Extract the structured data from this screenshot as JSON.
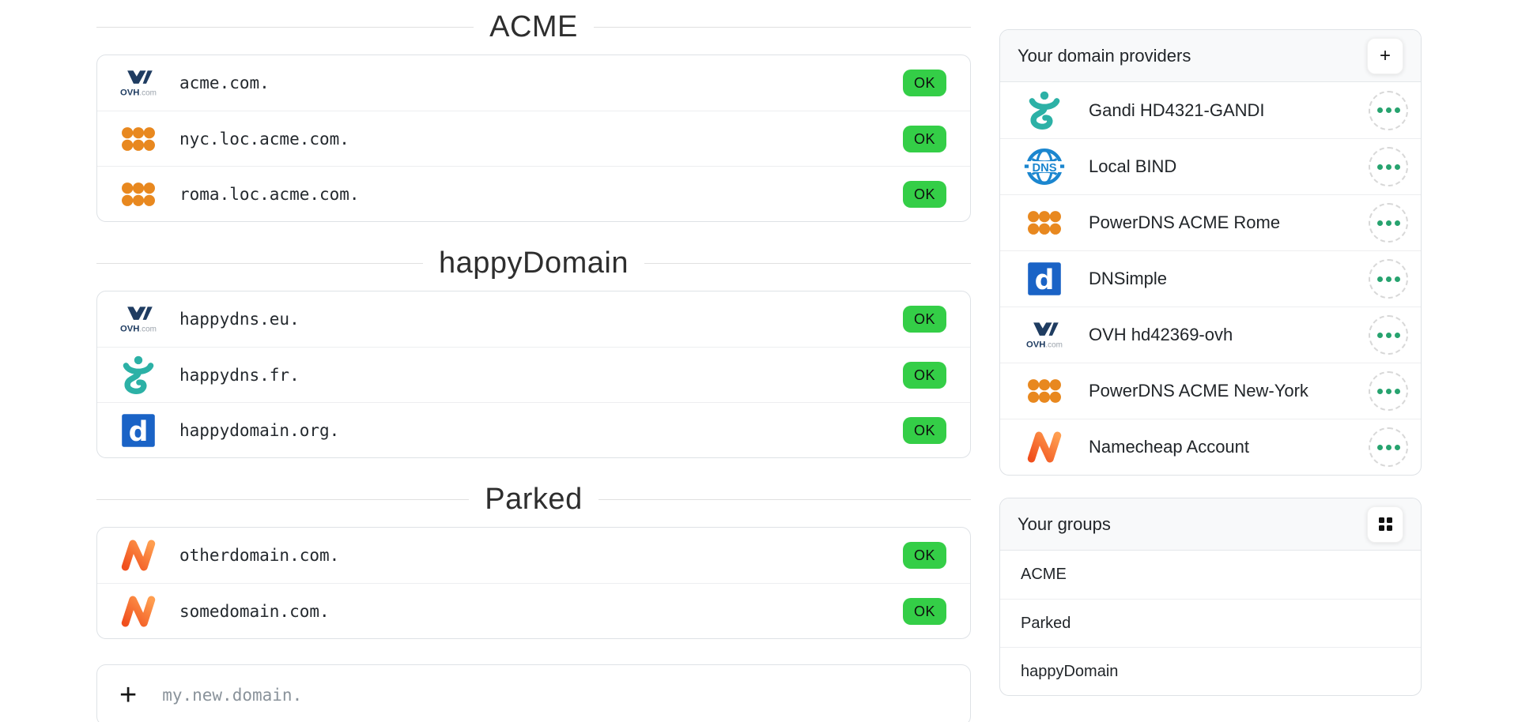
{
  "sections": [
    {
      "title": "ACME",
      "domains": [
        {
          "name": "acme.com.",
          "provider": "ovh",
          "icon_ref": "#i-ovh",
          "status": "OK"
        },
        {
          "name": "nyc.loc.acme.com.",
          "provider": "powerdns",
          "icon_ref": "#i-powerdns",
          "status": "OK"
        },
        {
          "name": "roma.loc.acme.com.",
          "provider": "powerdns",
          "icon_ref": "#i-powerdns",
          "status": "OK"
        }
      ]
    },
    {
      "title": "happyDomain",
      "domains": [
        {
          "name": "happydns.eu.",
          "provider": "ovh",
          "icon_ref": "#i-ovh",
          "status": "OK"
        },
        {
          "name": "happydns.fr.",
          "provider": "gandi",
          "icon_ref": "#i-gandi",
          "status": "OK"
        },
        {
          "name": "happydomain.org.",
          "provider": "dnsimple",
          "icon_ref": "#i-dnsimple",
          "status": "OK"
        }
      ]
    },
    {
      "title": "Parked",
      "domains": [
        {
          "name": "otherdomain.com.",
          "provider": "namecheap",
          "icon_ref": "#i-namecheap",
          "status": "OK"
        },
        {
          "name": "somedomain.com.",
          "provider": "namecheap",
          "icon_ref": "#i-namecheap",
          "status": "OK"
        }
      ]
    }
  ],
  "new_domain": {
    "placeholder": "my.new.domain.",
    "plus_glyph": "+"
  },
  "providers_panel": {
    "title": "Your domain providers",
    "add_button_glyph": "+",
    "item_menu_icon": "ellipsis-menu",
    "items": [
      {
        "name": "Gandi HD4321-GANDI",
        "icon_ref": "#i-gandi"
      },
      {
        "name": "Local BIND",
        "icon_ref": "#i-bind"
      },
      {
        "name": "PowerDNS ACME Rome",
        "icon_ref": "#i-powerdns"
      },
      {
        "name": "DNSimple",
        "icon_ref": "#i-dnsimple"
      },
      {
        "name": "OVH hd42369-ovh",
        "icon_ref": "#i-ovh"
      },
      {
        "name": "PowerDNS ACME New-York",
        "icon_ref": "#i-powerdns"
      },
      {
        "name": "Namecheap Account",
        "icon_ref": "#i-namecheap"
      }
    ]
  },
  "groups_panel": {
    "title": "Your groups",
    "view_icon": "grid",
    "items": [
      {
        "name": "ACME"
      },
      {
        "name": "Parked"
      },
      {
        "name": "happyDomain"
      }
    ]
  },
  "colors": {
    "ok_badge_green": "#34ce47",
    "accent_green": "#27a36f",
    "powerdns_orange": "#e8881f",
    "gandi_teal": "#2cb1a6",
    "bind_blue": "#1b86cf",
    "dnsimple_blue": "#1a63c6",
    "ovh_navy": "#1f3c61",
    "namecheap_orange": "#ff5a1f"
  }
}
